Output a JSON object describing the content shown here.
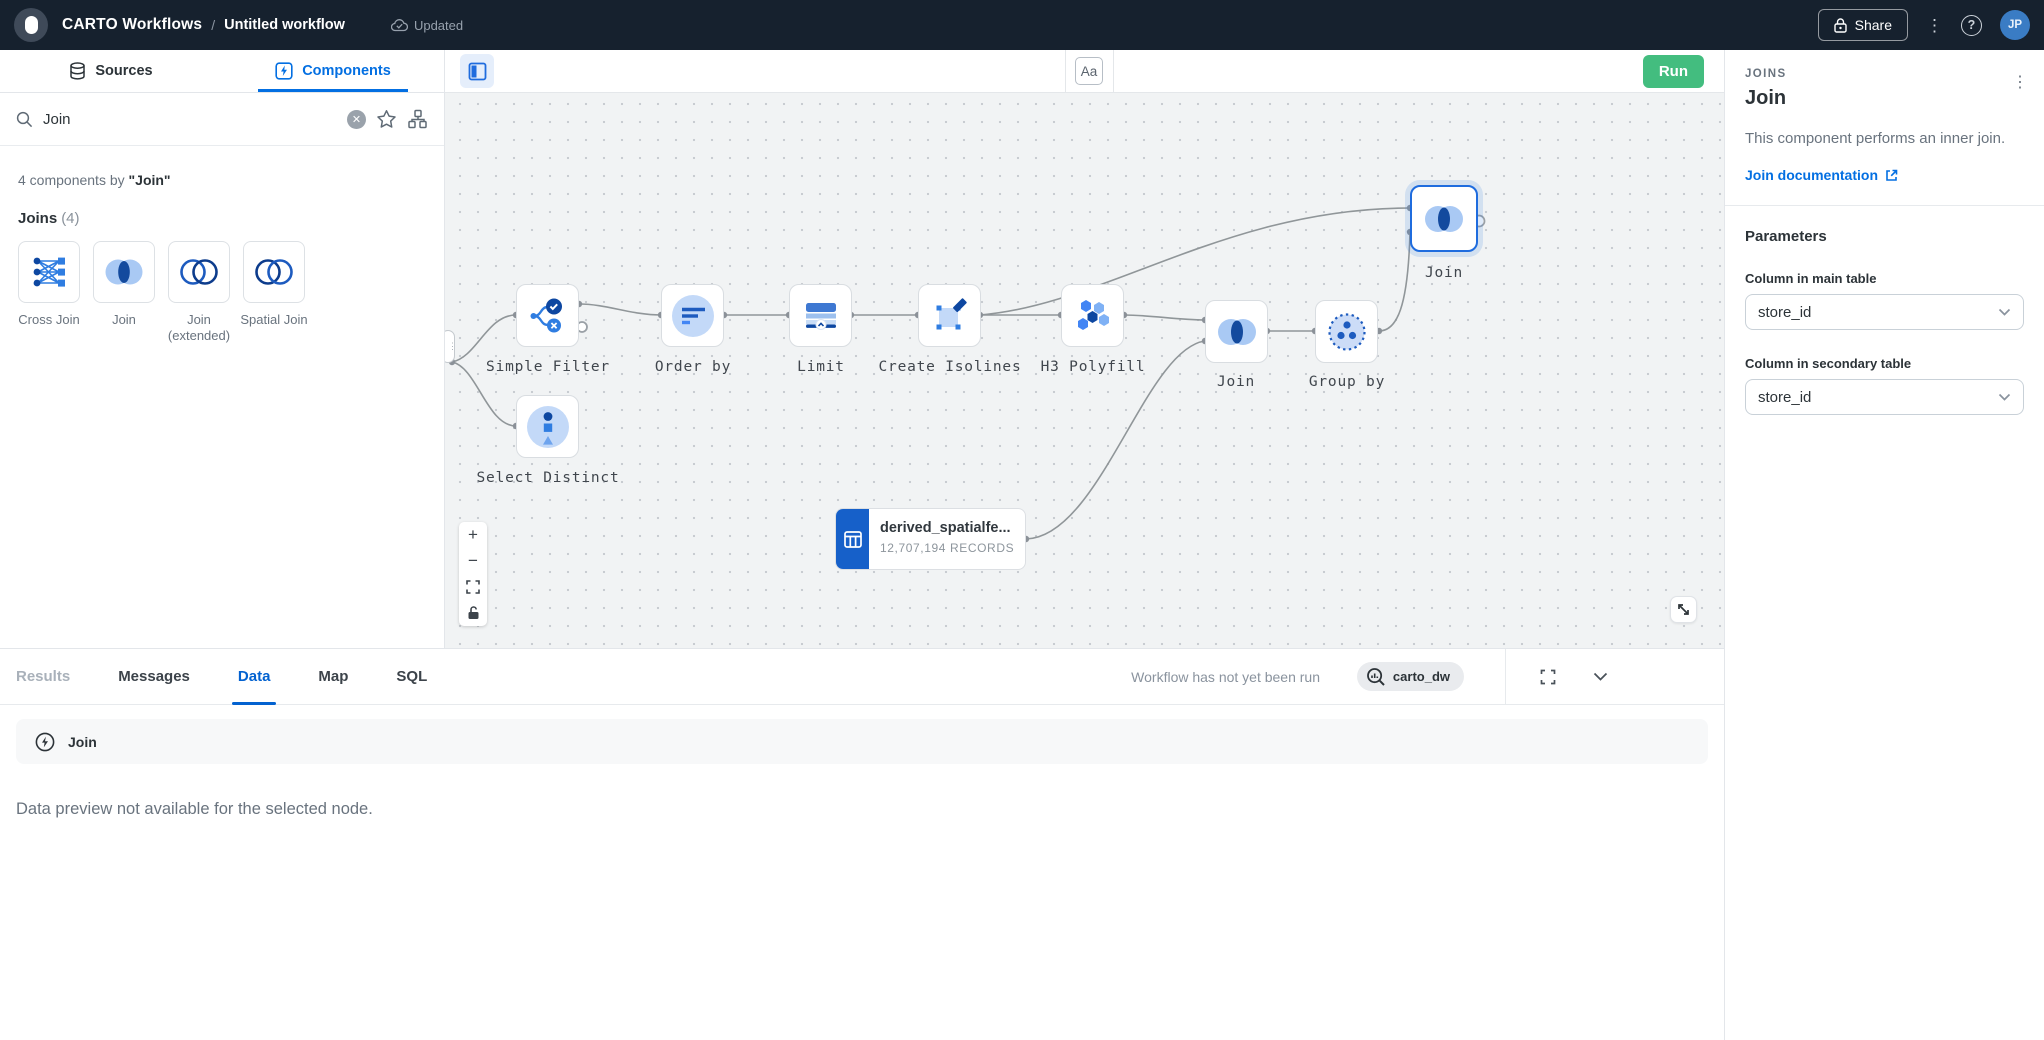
{
  "topbar": {
    "app_title": "CARTO Workflows",
    "separator": "/",
    "workflow_name": "Untitled workflow",
    "status_label": "Updated",
    "share_label": "Share",
    "avatar_initials": "JP"
  },
  "left_panel": {
    "tabs": {
      "sources": "Sources",
      "components": "Components"
    },
    "search": {
      "value": "Join"
    },
    "summary": {
      "prefix": "4 components by ",
      "query": "\"Join\""
    },
    "group": {
      "title": "Joins",
      "count": "(4)"
    },
    "components": [
      {
        "label": "Cross Join",
        "icon": "cross-join-icon"
      },
      {
        "label": "Join",
        "icon": "join-icon"
      },
      {
        "label": "Join (extended)",
        "icon": "join-extended-icon"
      },
      {
        "label": "Spatial Join",
        "icon": "spatial-join-icon"
      }
    ]
  },
  "canvas": {
    "toolbar": {
      "text_tool_label": "Aa",
      "run_label": "Run"
    },
    "nodes": [
      {
        "label": "Simple Filter",
        "icon": "simple-filter-icon"
      },
      {
        "label": "Select Distinct",
        "icon": "select-distinct-icon"
      },
      {
        "label": "Order by",
        "icon": "order-by-icon"
      },
      {
        "label": "Limit",
        "icon": "limit-icon"
      },
      {
        "label": "Create Isolines",
        "icon": "create-isolines-icon"
      },
      {
        "label": "H3 Polyfill",
        "icon": "h3-polyfill-icon"
      },
      {
        "label": "Join",
        "icon": "join-icon"
      },
      {
        "label": "Group by",
        "icon": "group-by-icon"
      },
      {
        "label": "Join",
        "icon": "join-icon",
        "selected": true
      }
    ],
    "table_node": {
      "title": "derived_spatialfe...",
      "records": "12,707,194 RECORDS"
    },
    "zoom_controls": {
      "zoom_in": "+",
      "zoom_out": "−"
    }
  },
  "right_panel": {
    "category": "JOINS",
    "title": "Join",
    "description": "This component performs an inner join.",
    "doc_link_label": "Join documentation",
    "parameters_title": "Parameters",
    "fields": [
      {
        "label": "Column in main table",
        "value": "store_id"
      },
      {
        "label": "Column in secondary table",
        "value": "store_id"
      }
    ]
  },
  "bottom_panel": {
    "tabs": [
      {
        "label": "Results",
        "state": "disabled"
      },
      {
        "label": "Messages"
      },
      {
        "label": "Data",
        "active": true
      },
      {
        "label": "Map"
      },
      {
        "label": "SQL"
      }
    ],
    "status_text": "Workflow has not yet been run",
    "connection_label": "carto_dw",
    "accordion_label": "Join",
    "empty_message": "Data preview not available for the selected node."
  },
  "icons": {
    "kebab": "⋮",
    "help": "?",
    "pill_grip": "⋮⋮"
  },
  "colors": {
    "accent_blue": "#036fe2",
    "run_green": "#43bd7f",
    "topbar_bg": "#16212e",
    "node_dark_blue": "#0d47a1",
    "node_light_blue": "#a9c9f4"
  }
}
